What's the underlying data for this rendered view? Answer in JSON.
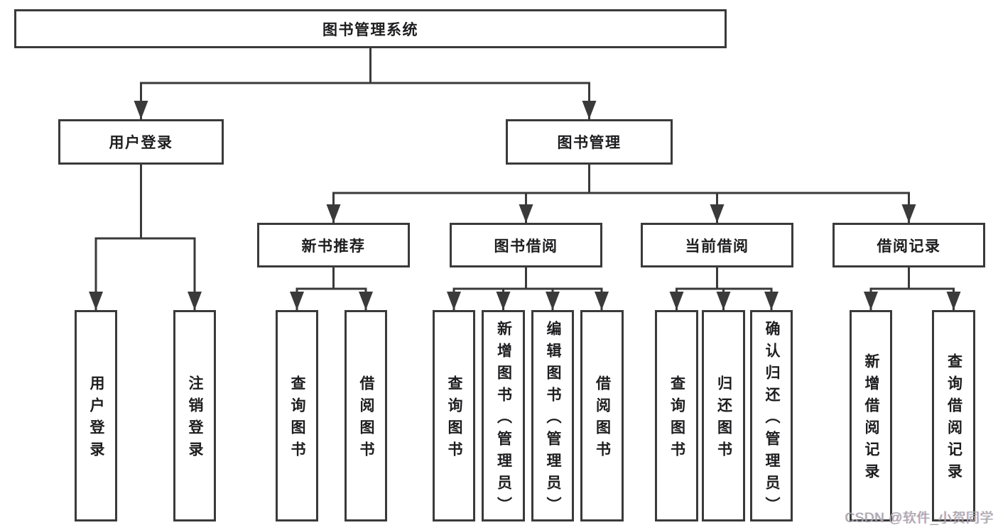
{
  "diagram": {
    "root_label": "图书管理系统",
    "level2": [
      "用户登录",
      "图书管理"
    ],
    "level3": [
      "新书推荐",
      "图书借阅",
      "当前借阅",
      "借阅记录"
    ],
    "leaves": {
      "user_login": [
        "用户登录",
        "注销登录"
      ],
      "new_books": [
        "查询图书",
        "借阅图书"
      ],
      "book_borrow": [
        "查询图书",
        "新增图书（管理员）",
        "编辑图书（管理员）",
        "借阅图书"
      ],
      "current_borrow": [
        "查询图书",
        "归还图书",
        "确认归还（管理员）"
      ],
      "borrow_records": [
        "新增借阅记录",
        "查询借阅记录"
      ]
    },
    "watermark": "CSDN @软件_小贺同学",
    "colors": {
      "line": "#3a3a3a",
      "border": "#3a3a3a",
      "text": "#1d1d1f",
      "watermark": "#a6a6aa",
      "background": "#ffffff"
    }
  }
}
